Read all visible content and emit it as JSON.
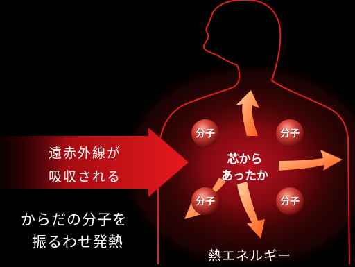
{
  "diagram": {
    "arrow_text": [
      "遠赤外線が",
      "吸収される"
    ],
    "center_text": [
      "芯から",
      "あったか"
    ],
    "molecule_label": "分子",
    "bottom_left_text": [
      "からだの分子を",
      "振るわせ発熱"
    ],
    "heat_label": "熱エネルギー"
  },
  "colors": {
    "background": "#000000",
    "silhouette_outline": "#e0201e",
    "glow": "#c8101a",
    "heat_arrow": "#ff6a1a",
    "molecule": "#d8443a"
  }
}
